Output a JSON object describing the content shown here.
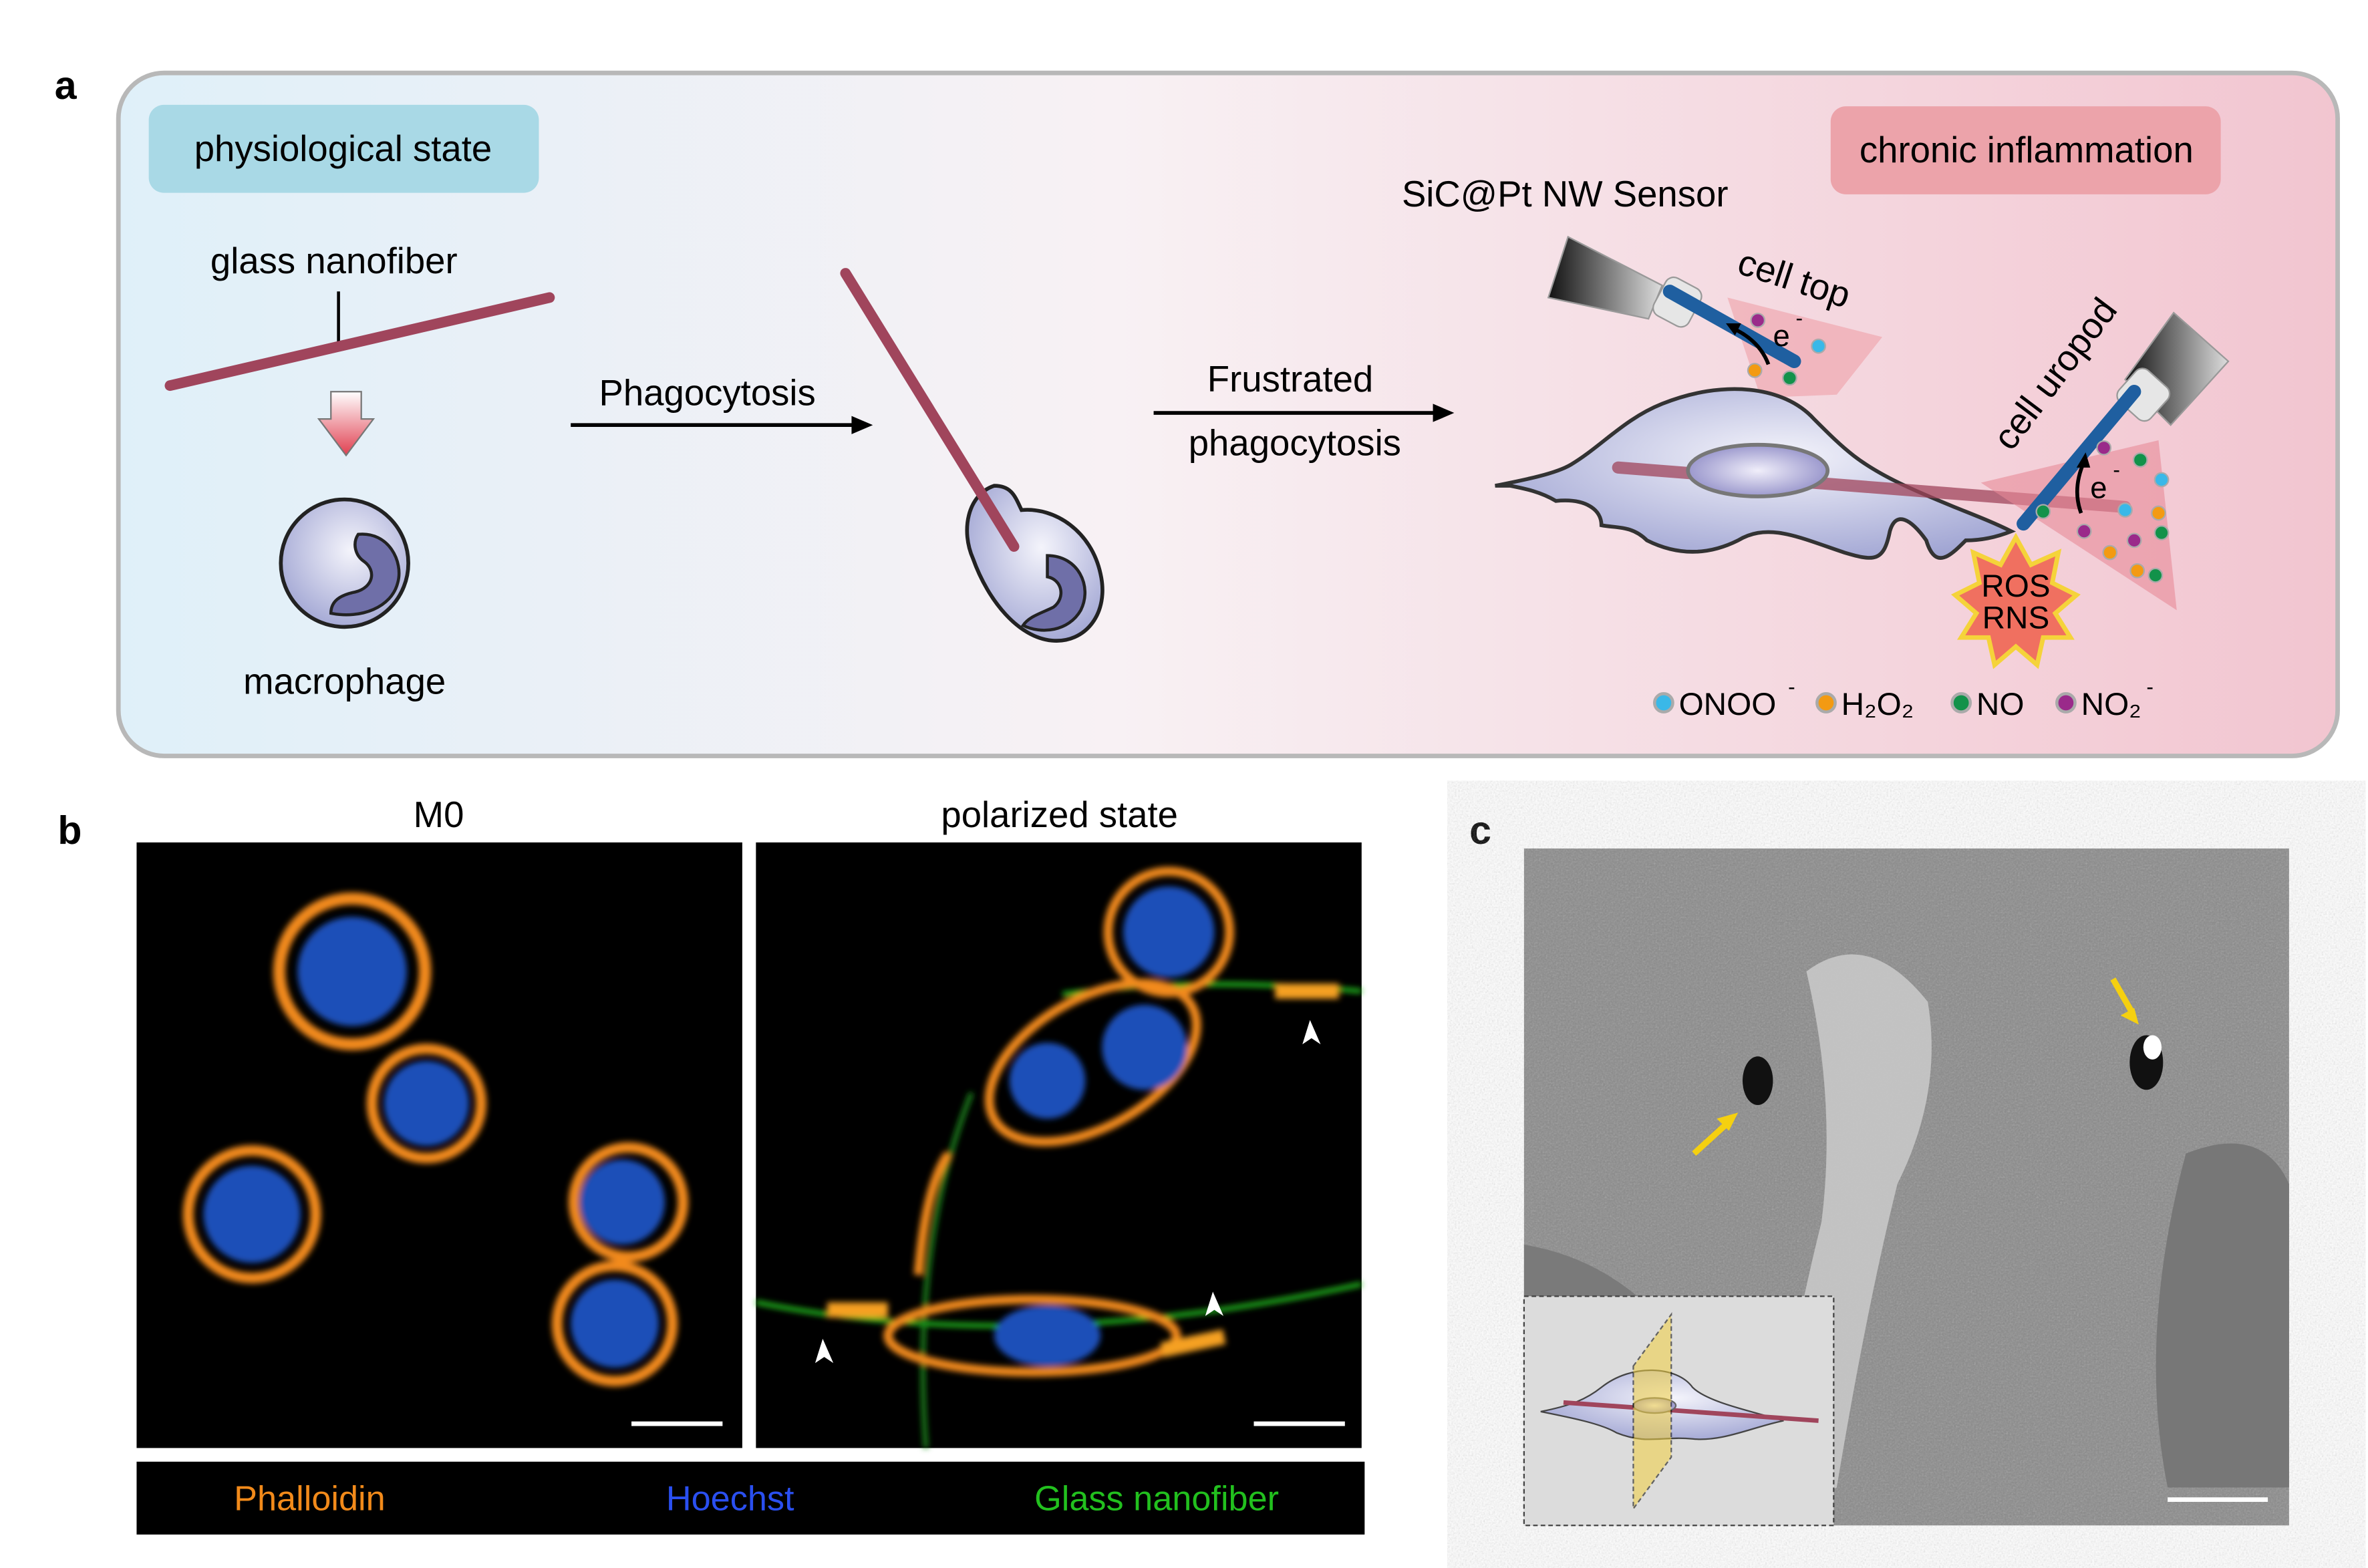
{
  "panel_a": {
    "letter": "a",
    "physiological_state": "physiological state",
    "chronic_inflammation": "chronic inflammation",
    "glass_nanofiber": "glass nanofiber",
    "macrophage": "macrophage",
    "phagocytosis": "Phagocytosis",
    "frustrated_line1": "Frustrated",
    "frustrated_line2": "phagocytosis",
    "sensor": "SiC@Pt NW Sensor",
    "cell_top": "cell top",
    "cell_uropod": "cell uropod",
    "electron": "e",
    "electron_sup": "-",
    "ros": "ROS",
    "rns": "RNS",
    "legend": [
      {
        "label": "ONOO",
        "sup": "-",
        "color": "#3ab8e8"
      },
      {
        "label": "H₂O₂",
        "sup": "",
        "color": "#f39a12"
      },
      {
        "label": "NO",
        "sup": "",
        "color": "#12924a"
      },
      {
        "label": "NO₂",
        "sup": "-",
        "color": "#9a2a8a"
      }
    ],
    "colors": {
      "physiological_bg": "#e3f2fa",
      "inflammation_bg": "#f4c6d2",
      "fiber": "#a0455c",
      "sensor": "#1f5fa0"
    }
  },
  "panel_b": {
    "letter": "b",
    "title_left": "M0",
    "title_right": "polarized state",
    "legend": [
      {
        "label": "Phalloidin",
        "color": "#f28a1a"
      },
      {
        "label": "Hoechst",
        "color": "#2a4ff0"
      },
      {
        "label": "Glass nanofiber",
        "color": "#22c01e"
      }
    ]
  },
  "panel_c": {
    "letter": "c"
  }
}
